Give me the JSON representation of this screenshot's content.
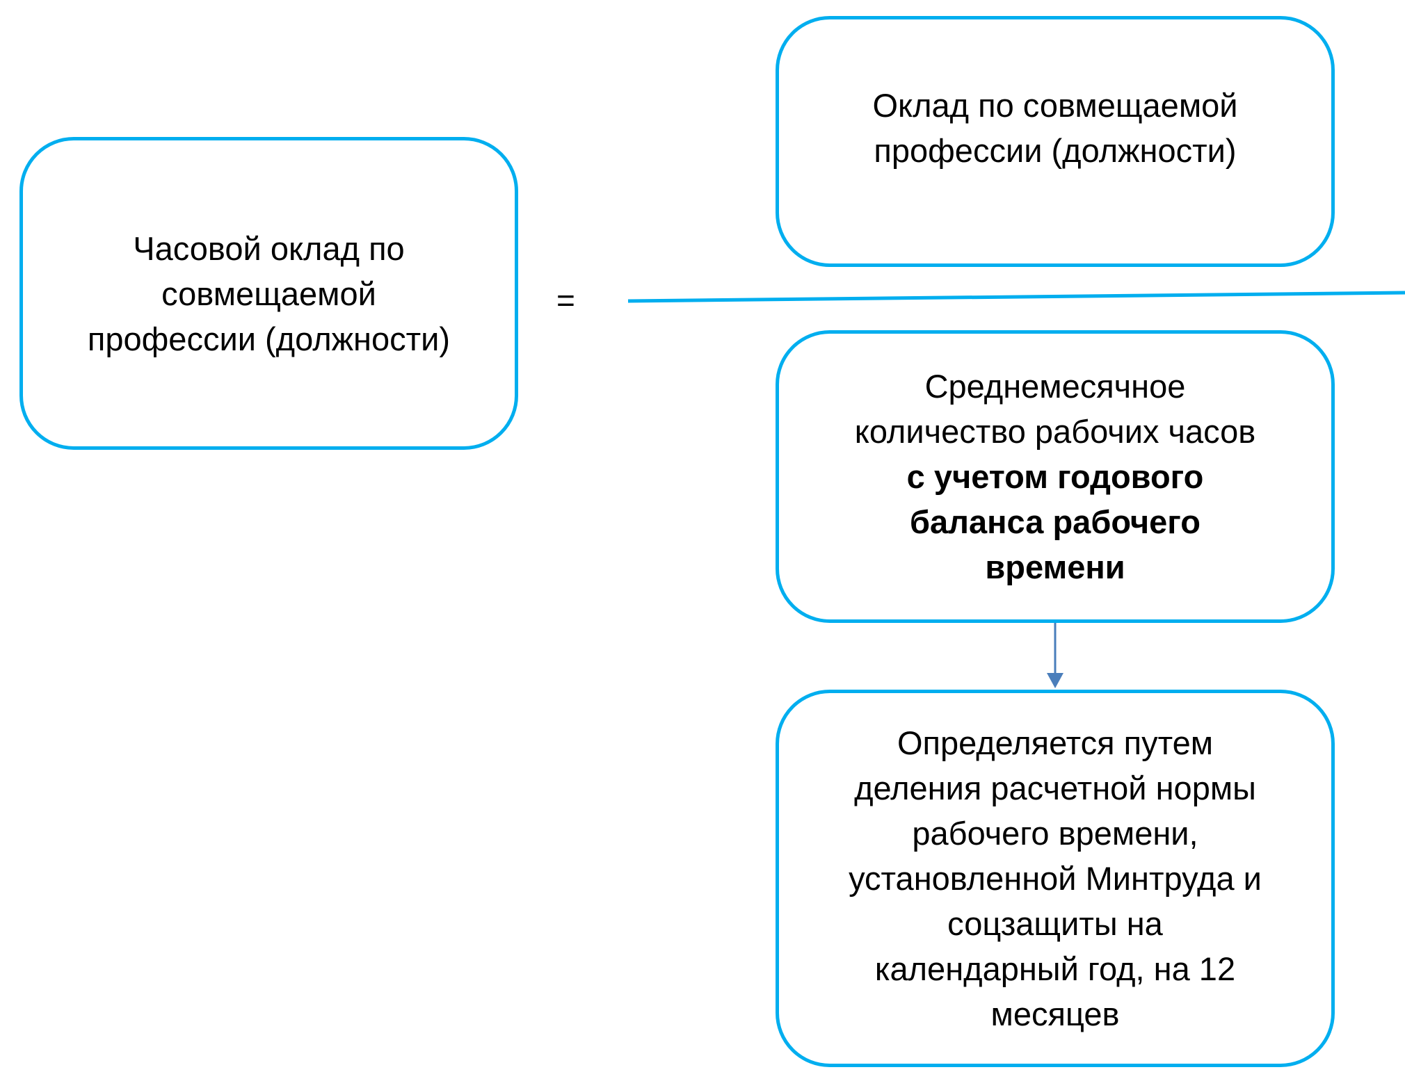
{
  "left_box": {
    "lines": [
      "Часовой оклад по",
      "совмещаемой",
      "профессии (должности)"
    ]
  },
  "equals_sign": "=",
  "numerator_box": {
    "lines": [
      "Оклад по совмещаемой",
      "профессии (должности)"
    ]
  },
  "denominator_box": {
    "lines": [
      "Среднемесячное",
      "количество рабочих часов"
    ],
    "bold_lines": [
      "с учетом годового",
      "баланса рабочего",
      "времени"
    ]
  },
  "explanation_box": {
    "lines": [
      "Определяется путем",
      "деления расчетной нормы",
      "рабочего времени,",
      "установленной Минтруда и",
      "соцзащиты на",
      "календарный год, на 12",
      "месяцев"
    ]
  },
  "colors": {
    "border": "#00aeef",
    "arrow": "#4a7ebb"
  }
}
